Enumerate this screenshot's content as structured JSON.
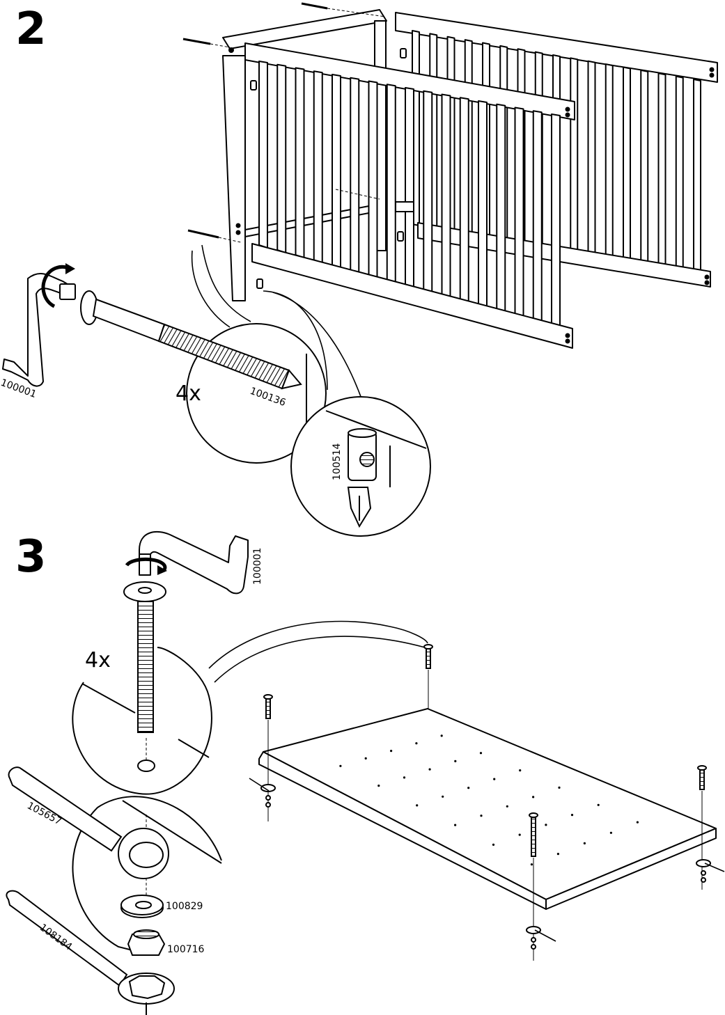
{
  "steps": [
    {
      "number": "2",
      "quantity_label": "4x",
      "part_numbers": {
        "allen_key": "100001",
        "bolt": "100136",
        "barrel_nut": "100514"
      }
    },
    {
      "number": "3",
      "quantity_label": "4x",
      "part_numbers": {
        "allen_key": "100001",
        "spanner_a": "105657",
        "washer": "100829",
        "nut": "100716",
        "spanner_b": "108184"
      }
    }
  ],
  "colors": {
    "ink": "#000000",
    "paper": "#ffffff",
    "thread": "#888888"
  },
  "icons": [
    "allen-key-icon",
    "rotate-arrow-icon",
    "bolt-icon",
    "barrel-nut-icon",
    "screwdriver-icon",
    "washer-icon",
    "hex-nut-icon",
    "ring-spanner-icon"
  ]
}
